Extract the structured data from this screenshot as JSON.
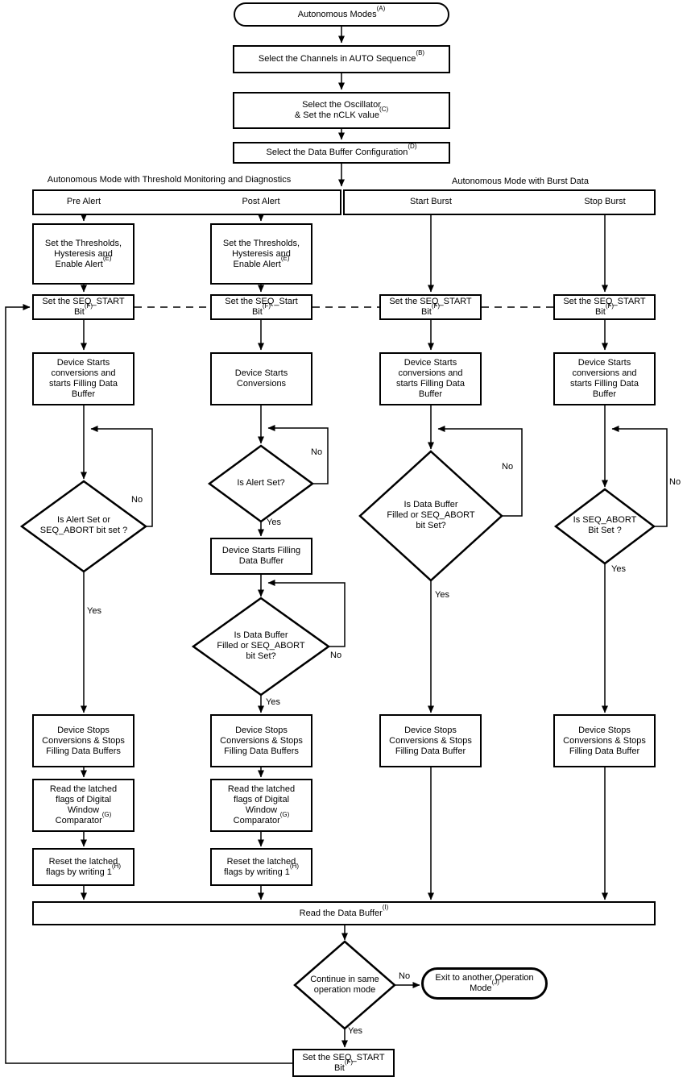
{
  "start": {
    "text": "Autonomous Modes",
    "sup": "(A)"
  },
  "setup": [
    {
      "text": "Select the Channels in AUTO Sequence",
      "sup": "(B)"
    },
    {
      "text": "Select the Oscillator\n& Set the nCLK value",
      "sup": "(C)"
    },
    {
      "text": "Select the Data Buffer Configuration",
      "sup": "(D)"
    }
  ],
  "sections": {
    "threshold": {
      "title": "Autonomous Mode with Threshold Monitoring and Diagnostics",
      "lanes": [
        "Pre Alert",
        "Post Alert"
      ]
    },
    "burst": {
      "title": "Autonomous Mode with Burst Data",
      "lanes": [
        "Start Burst",
        "Stop Burst"
      ]
    }
  },
  "labels": {
    "yes": "Yes",
    "no": "No"
  },
  "pre_alert": {
    "set_thresholds": {
      "text": "Set the Thresholds,\nHysteresis and\nEnable Alert",
      "sup": "(E)"
    },
    "set_seq_start": {
      "text": "Set the SEQ_START\nBit",
      "sup": "(F)"
    },
    "device_starts": {
      "text": "Device Starts\nconversions and\nstarts Filling Data\nBuffer"
    },
    "decision": {
      "text": "Is Alert Set or\nSEQ_ABORT bit set ?"
    },
    "device_stops": {
      "text": "Device Stops\nConversions & Stops\nFilling Data Buffers"
    },
    "read_flags": {
      "text": "Read the latched\nflags of Digital\nWindow\nComparator",
      "sup": "(G)"
    },
    "reset_flags": {
      "text": "Reset the latched\nflags by writing 1",
      "sup": "(H)"
    }
  },
  "post_alert": {
    "set_thresholds": {
      "text": "Set the Thresholds,\nHysteresis and\nEnable Alert",
      "sup": "(E)"
    },
    "set_seq_start": {
      "text": "Set the SEQ_Start\nBit",
      "sup": "(F)"
    },
    "device_starts": {
      "text": "Device Starts\nConversions"
    },
    "decision_alert": {
      "text": "Is Alert Set?"
    },
    "device_fills": {
      "text": "Device Starts Filling\nData Buffer"
    },
    "decision_buffer": {
      "text": "Is Data Buffer\nFilled or SEQ_ABORT\nbit Set?"
    },
    "device_stops": {
      "text": "Device Stops\nConversions & Stops\nFilling Data Buffers"
    },
    "read_flags": {
      "text": "Read the latched\nflags of Digital\nWindow\nComparator",
      "sup": "(G)"
    },
    "reset_flags": {
      "text": "Reset the latched\nflags by writing 1",
      "sup": "(H)"
    }
  },
  "start_burst": {
    "set_seq_start": {
      "text": "Set the SEQ_START\nBit",
      "sup": "(F)"
    },
    "device_starts": {
      "text": "Device Starts\nconversions and\nstarts Filling Data\nBuffer"
    },
    "decision": {
      "text": "Is Data Buffer\nFilled or SEQ_ABORT\nbit Set?"
    },
    "device_stops": {
      "text": "Device Stops\nConversions & Stops\nFilling Data Buffer"
    }
  },
  "stop_burst": {
    "set_seq_start": {
      "text": "Set the SEQ_START\nBit",
      "sup": "(F)"
    },
    "device_starts": {
      "text": "Device Starts\nconversions and\nstarts Filling Data\nBuffer"
    },
    "decision": {
      "text": "Is SEQ_ABORT\nBit Set ?"
    },
    "device_stops": {
      "text": "Device Stops\nConversions & Stops\nFilling Data Buffer"
    }
  },
  "footer": {
    "read_buffer": {
      "text": "Read the Data Buffer",
      "sup": "(I)"
    },
    "continue_decision": {
      "text": "Continue in same\noperation mode"
    },
    "exit": {
      "text": "Exit to another Operation\nMode",
      "sup": "(J)"
    },
    "set_seq_start": {
      "text": "Set the SEQ_START\nBit",
      "sup": "(F)"
    }
  }
}
